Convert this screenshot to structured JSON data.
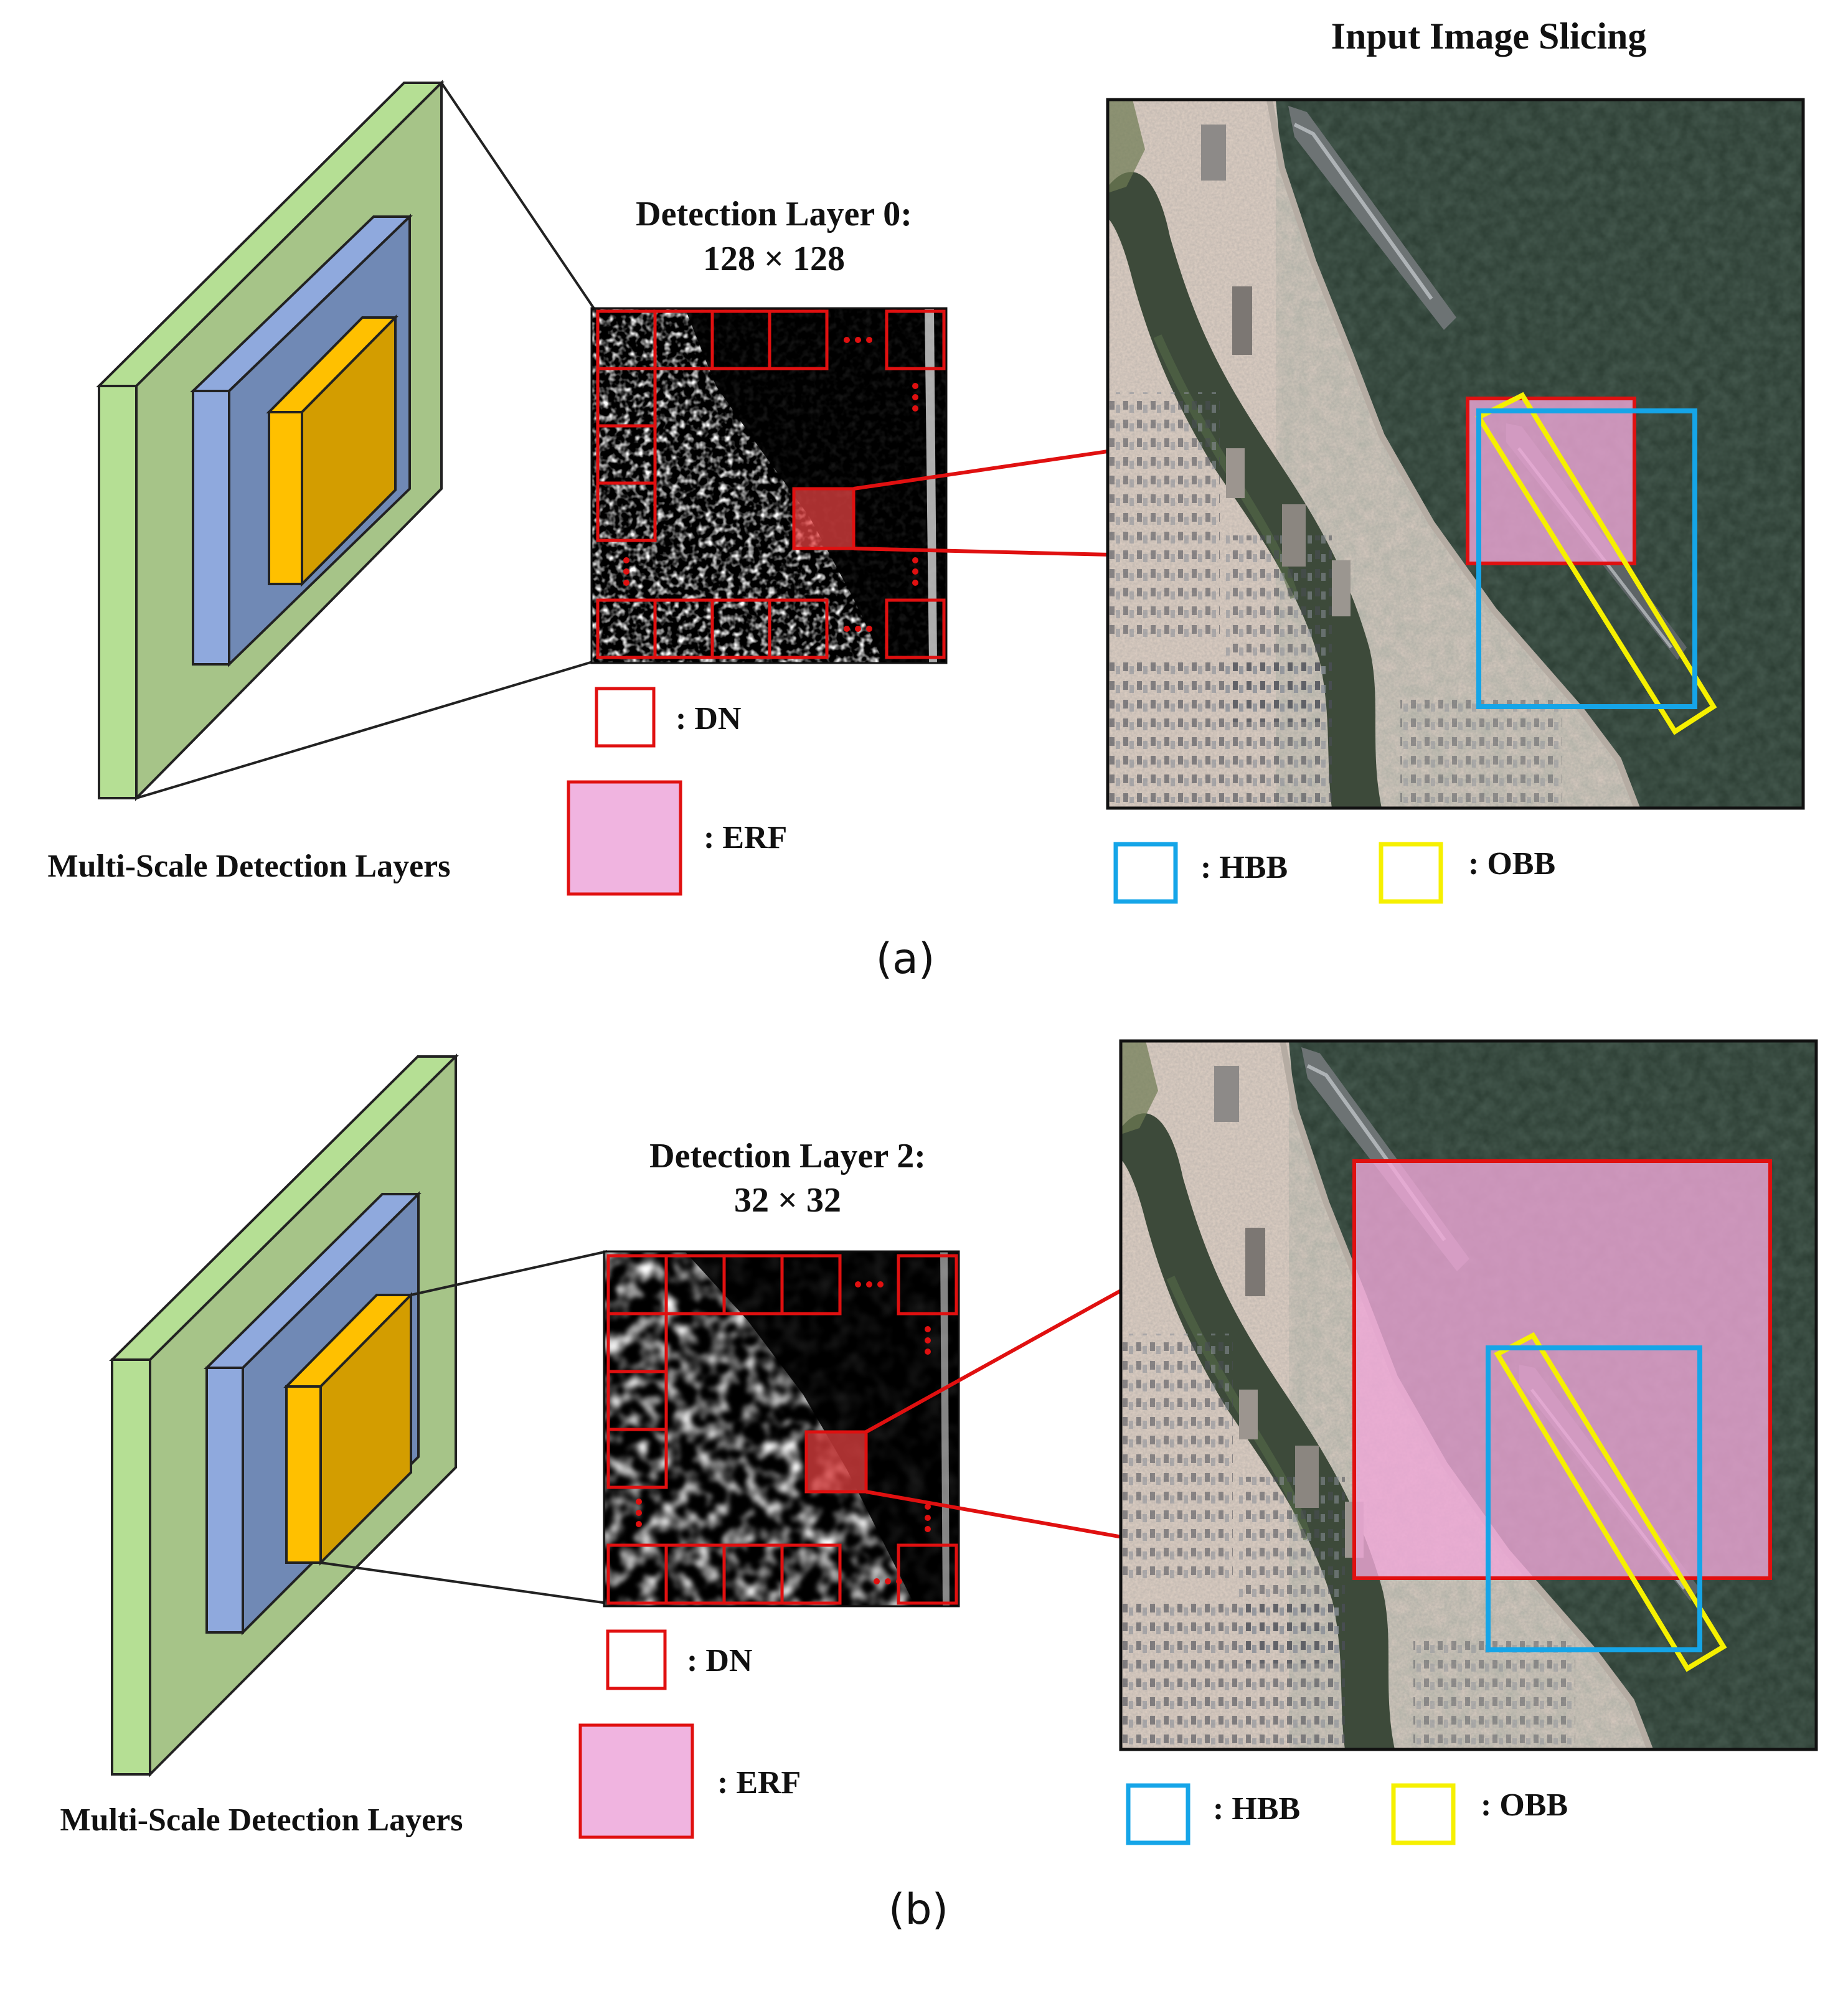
{
  "title": "Input Image Slicing",
  "panels": [
    {
      "id": "a",
      "caption": "(a)",
      "layers_label": "Multi-Scale Detection Layers",
      "detection_title": "Detection Layer 0:",
      "detection_size": "128 × 128",
      "legend": {
        "dn": ": DN",
        "erf": ": ERF",
        "hbb": ": HBB",
        "obb": ": OBB"
      }
    },
    {
      "id": "b",
      "caption": "(b)",
      "layers_label": "Multi-Scale Detection Layers",
      "detection_title": "Detection Layer 2:",
      "detection_size": "32 × 32",
      "legend": {
        "dn": ": DN",
        "erf": ": ERF",
        "hbb": ": HBB",
        "obb": ": OBB"
      }
    }
  ],
  "colors": {
    "layer_green": "#b5df94",
    "layer_green_face": "#a6c488",
    "layer_blue": "#8fa9dd",
    "layer_blue_face": "#7089b5",
    "layer_orange": "#ffc000",
    "layer_orange_face": "#d39d00",
    "dn_red": "#e01010",
    "erf_pink": "#f0b4e0",
    "hbb_blue": "#15a5e8",
    "obb_yellow": "#f6f000",
    "water": "#263a2e"
  },
  "icons": [
    "ellipsis-dots",
    "feature-map",
    "aerial-image"
  ]
}
